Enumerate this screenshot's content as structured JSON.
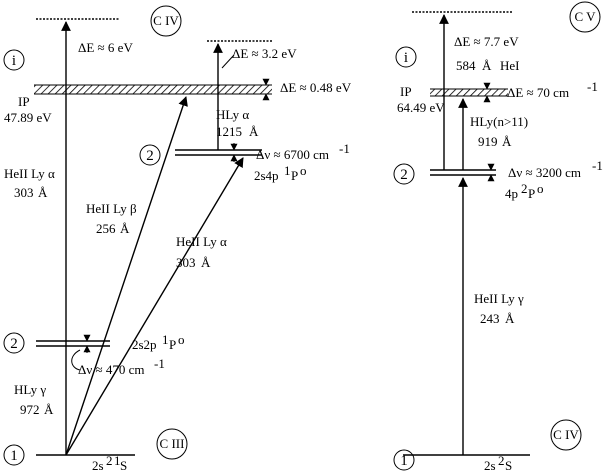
{
  "markers": {
    "one": "1",
    "two": "2",
    "i": "i"
  },
  "left": {
    "ion_civ": "C IV",
    "ion_ciii": "C III",
    "de_top": "ΔE ≈ 6 eV",
    "de_mid": "ΔE ≈ 3.2 eV",
    "de_ip": "ΔE ≈ 0.48 eV",
    "ip_label": "IP",
    "ip_value": "47.89 eV",
    "hely_alpha_1": "HeII Ly α",
    "hely_alpha_1_wl": "303",
    "hely_beta": "HeII Ly β",
    "hely_beta_wl": "256",
    "hely_alpha_2": "HeII Ly α",
    "hely_alpha_2_wl": "303",
    "hly_alpha": "HLy α",
    "hly_alpha_wl": "1215",
    "dnu_upper": "Δν ≈ 6700 cm",
    "exp": "-1",
    "state_2s4p": "2s4p",
    "state_2s2p": "2s2p",
    "state_sup_1p": "1",
    "state_P": "P",
    "state_o": "o",
    "dnu_lower": "Δν ≈ 470 cm",
    "hly_gamma": "HLy γ",
    "hly_gamma_wl": "972",
    "ground": "2s",
    "ground_sup": "2",
    "ground_term": "1",
    "ground_S": "S",
    "angstrom": "Å"
  },
  "right": {
    "ion_cv": "C V",
    "ion_civ": "C IV",
    "de_top": "ΔE ≈ 7.7 eV",
    "he_line": "584",
    "he_name": "HeI",
    "ip_label": "IP",
    "ip_value": "64.49 eV",
    "de_ip": "ΔE ≈ 70 cm",
    "hly_n": "HLy(n>11)",
    "hly_n_wl": "919",
    "dnu": "Δν ≈ 3200 cm",
    "state_4p": "4p",
    "state_4p_sup": "2",
    "state_P": "P",
    "state_o": "o",
    "hely_gamma": "HeII Ly γ",
    "hely_gamma_wl": "243",
    "ground": "2s",
    "ground_sup": "2",
    "ground_S": "S"
  }
}
